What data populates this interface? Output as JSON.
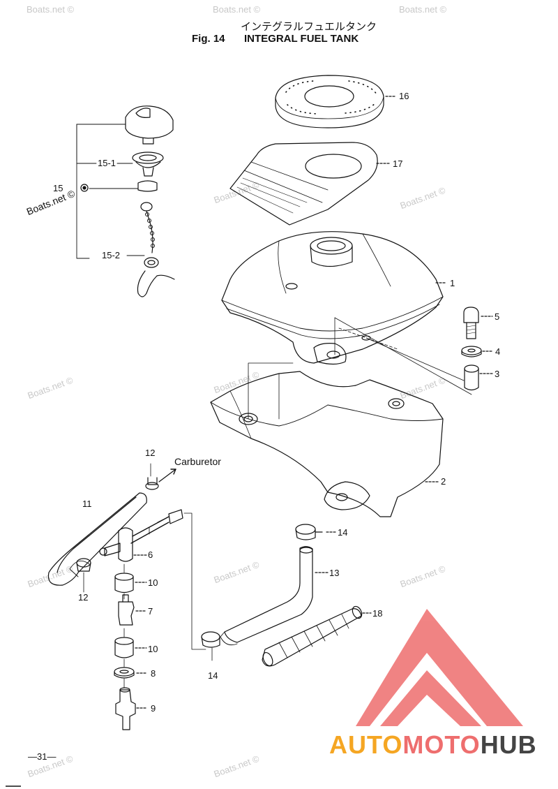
{
  "header": {
    "title_jp": "インテグラルフュエルタンク",
    "fig_label": "Fig. 14",
    "title_en": "INTEGRAL FUEL TANK"
  },
  "watermark_text": "Boats.net ©",
  "callouts": [
    {
      "id": "16",
      "label": "16"
    },
    {
      "id": "17",
      "label": "17"
    },
    {
      "id": "15-1",
      "label": "15-1"
    },
    {
      "id": "15",
      "label": "15"
    },
    {
      "id": "15-2",
      "label": "15-2"
    },
    {
      "id": "1",
      "label": "1"
    },
    {
      "id": "5",
      "label": "5"
    },
    {
      "id": "4",
      "label": "4"
    },
    {
      "id": "3",
      "label": "3"
    },
    {
      "id": "2",
      "label": "2"
    },
    {
      "id": "12a",
      "label": "12"
    },
    {
      "id": "11",
      "label": "11"
    },
    {
      "id": "6",
      "label": "6"
    },
    {
      "id": "10a",
      "label": "10"
    },
    {
      "id": "12b",
      "label": "12"
    },
    {
      "id": "7",
      "label": "7"
    },
    {
      "id": "10b",
      "label": "10"
    },
    {
      "id": "8",
      "label": "8"
    },
    {
      "id": "9",
      "label": "9"
    },
    {
      "id": "14a",
      "label": "14"
    },
    {
      "id": "13",
      "label": "13"
    },
    {
      "id": "18",
      "label": "18"
    },
    {
      "id": "14b",
      "label": "14"
    }
  ],
  "carburetor_label": "Carburetor",
  "page_number": "—31—",
  "brand": {
    "part1": "AUTO",
    "part2": "MOTO",
    "part3": "HUB"
  },
  "colors": {
    "logo_red": "#ee6e6e",
    "logo_orange": "#f5a623",
    "logo_gray": "#444444"
  }
}
